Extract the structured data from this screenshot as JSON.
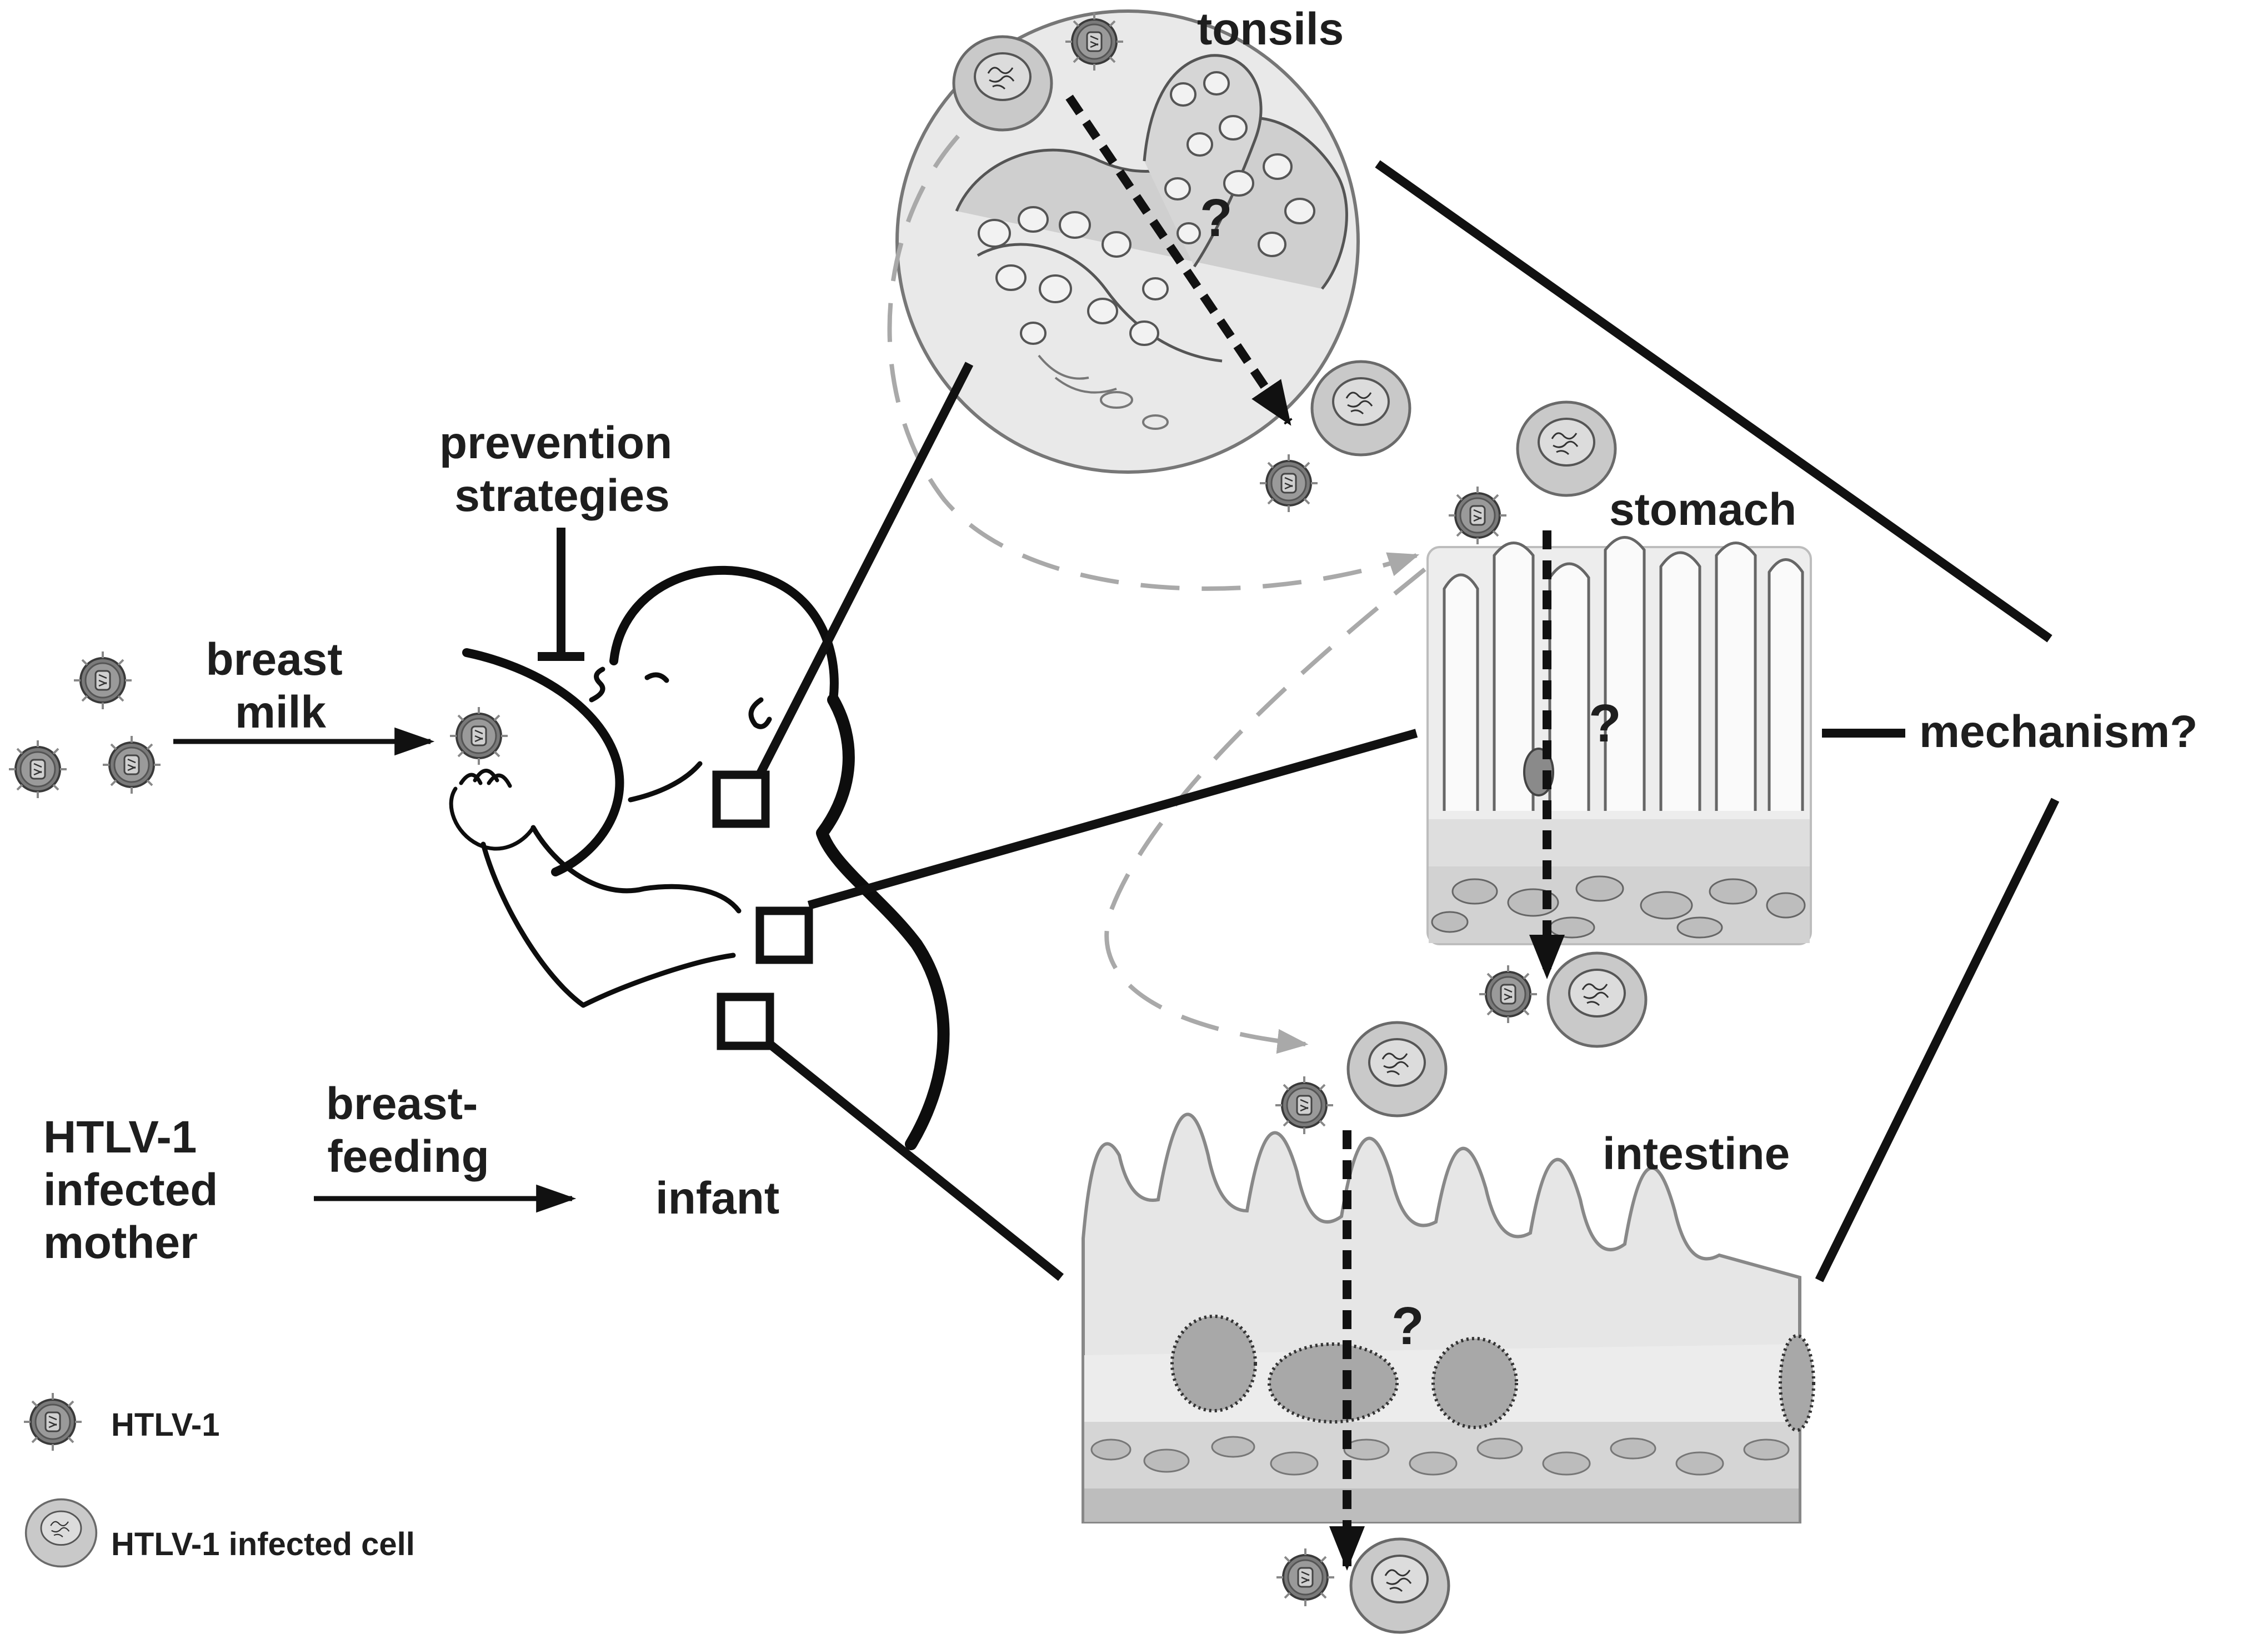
{
  "labels": {
    "tonsils": "tonsils",
    "stomach": "stomach",
    "intestine": "intestine",
    "mechanism": "mechanism?",
    "prevention_line1": "prevention",
    "prevention_line2": "strategies",
    "breast_milk_line1": "breast",
    "breast_milk_line2": "milk",
    "breastfeeding_line1": "breast-",
    "breastfeeding_line2": "feeding",
    "mother_line1": "HTLV-1",
    "mother_line2": "infected",
    "mother_line3": "mother",
    "infant": "infant",
    "question_mark": "?"
  },
  "legend": {
    "virus": "HTLV-1",
    "infected_cell": "HTLV-1 infected cell"
  },
  "colors": {
    "ink": "#111111",
    "text": "#1e1e1e",
    "grey_dashed_arrow": "#a9a9a9",
    "cell_fill": "#cfcfcf",
    "virus_fill": "#7a7a7a",
    "tissue_fill": "#e6e6e6"
  }
}
